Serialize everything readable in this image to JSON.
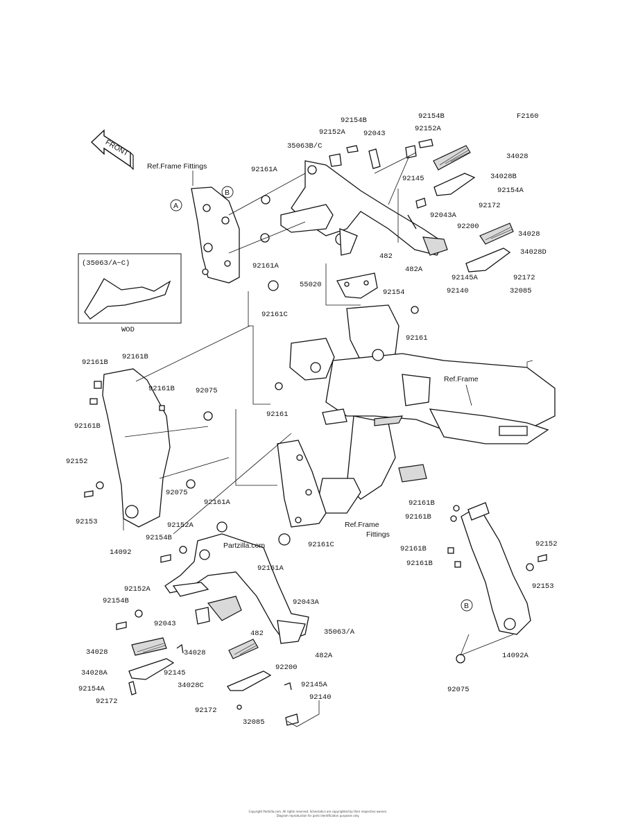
{
  "figure_code": "F2160",
  "front_arrow": "FRONT",
  "ref_labels": {
    "frame_fittings_top": "Ref.Frame Fittings",
    "frame": "Ref.Frame",
    "frame_fittings_mid": "Ref.Frame\nFittings"
  },
  "inset": {
    "title": "(35063/A~C)",
    "caption": "WOD"
  },
  "watermark": "Partzilla.com",
  "callouts": [
    "A",
    "B"
  ],
  "labels": [
    "92154B",
    "92154B",
    "92152A",
    "92043",
    "92152A",
    "35063B/C",
    "34028",
    "92161A",
    "34028B",
    "92154A",
    "92145",
    "92172",
    "92043A",
    "92200",
    "34028",
    "34028D",
    "92161A",
    "482",
    "482A",
    "92145A",
    "92172",
    "55020",
    "92154",
    "92140",
    "32085",
    "92161C",
    "92161",
    "92161B",
    "92161B",
    "92161B",
    "92075",
    "92161B",
    "92161",
    "92152",
    "92075",
    "92161A",
    "92153",
    "92152A",
    "14092",
    "92154B",
    "92161C",
    "92161A",
    "92161B",
    "92161B",
    "92152",
    "92161B",
    "92161B",
    "92153",
    "92152A",
    "92154B",
    "92043A",
    "92043",
    "35063/A",
    "482",
    "34028",
    "34028",
    "92145",
    "482A",
    "34028A",
    "92200",
    "92154A",
    "34028C",
    "92145A",
    "92172",
    "92140",
    "92172",
    "32085",
    "14092A",
    "92075"
  ],
  "footer_lines": [
    "Copyright Partzilla.com. All rights reserved. Schematics are copyrighted by their respective owners.",
    "Diagram reproduction for parts identification purposes only."
  ]
}
